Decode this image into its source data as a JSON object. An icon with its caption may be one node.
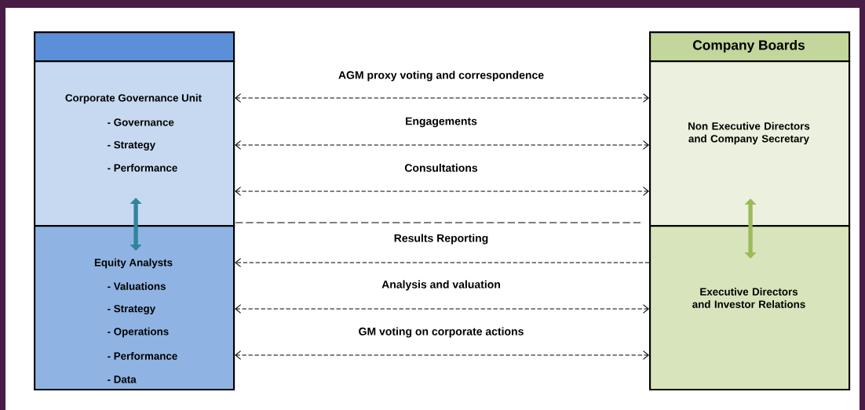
{
  "diagram": {
    "nodes": [
      {
        "text": [],
        "shape": "box"
      },
      {
        "text": [
          "Corporate Governance Unit",
          "- Governance",
          "- Strategy",
          "- Performance"
        ]
      },
      {
        "text": [
          "Equity Analysts",
          "- Valuations",
          "- Strategy",
          "- Operations",
          "- Performance",
          "- Data"
        ]
      },
      {
        "text": [
          "Company Boards"
        ]
      },
      {
        "text": [
          "Non Executive Directors and Company Secretary"
        ]
      },
      {
        "text": [
          "Executive Directors and Investor Relations"
        ]
      }
    ],
    "edges": [
      {
        "from": 1,
        "to": 2,
        "arrow": "both",
        "style": "thick",
        "color": "#31849b"
      },
      {
        "from": 4,
        "to": 5,
        "arrow": "both",
        "style": "thick",
        "color": "#9bbb59"
      },
      {
        "from": 1,
        "to": 4,
        "arrow": "both",
        "label": "AGM proxy voting and correspondence",
        "style": "dashed"
      },
      {
        "from": 1,
        "to": 4,
        "arrow": "both",
        "label": "Engagements",
        "style": "dashed"
      },
      {
        "from": 1,
        "to": 4,
        "arrow": "both",
        "label": "Consultations",
        "style": "dashed"
      },
      {
        "from": 5,
        "to": 2,
        "arrow": "to",
        "label": "Results Reporting",
        "style": "dashed"
      },
      {
        "from": 2,
        "to": 5,
        "arrow": "both",
        "label": "Analysis and valuation",
        "style": "dashed"
      },
      {
        "from": 2,
        "to": 5,
        "arrow": "both",
        "label": "GM voting on corporate actions",
        "style": "dashed"
      }
    ]
  }
}
